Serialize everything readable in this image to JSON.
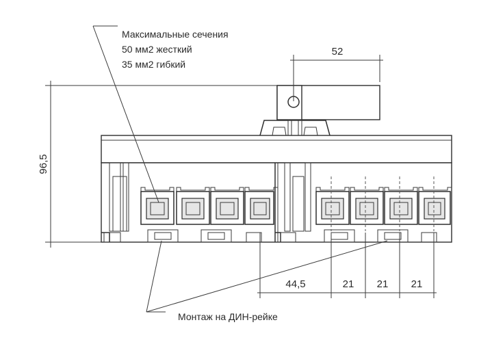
{
  "annotations": {
    "section_title": "Максимальные сечения",
    "section_rigid": "50 мм2 жесткий",
    "section_flexible": "35 мм2 гибкий",
    "din_mount": "Монтаж на ДИН-рейке"
  },
  "dimensions": {
    "height": "96,5",
    "handle_offset": "52",
    "first_pitch": "44,5",
    "pitch_1": "21",
    "pitch_2": "21",
    "pitch_3": "21"
  }
}
